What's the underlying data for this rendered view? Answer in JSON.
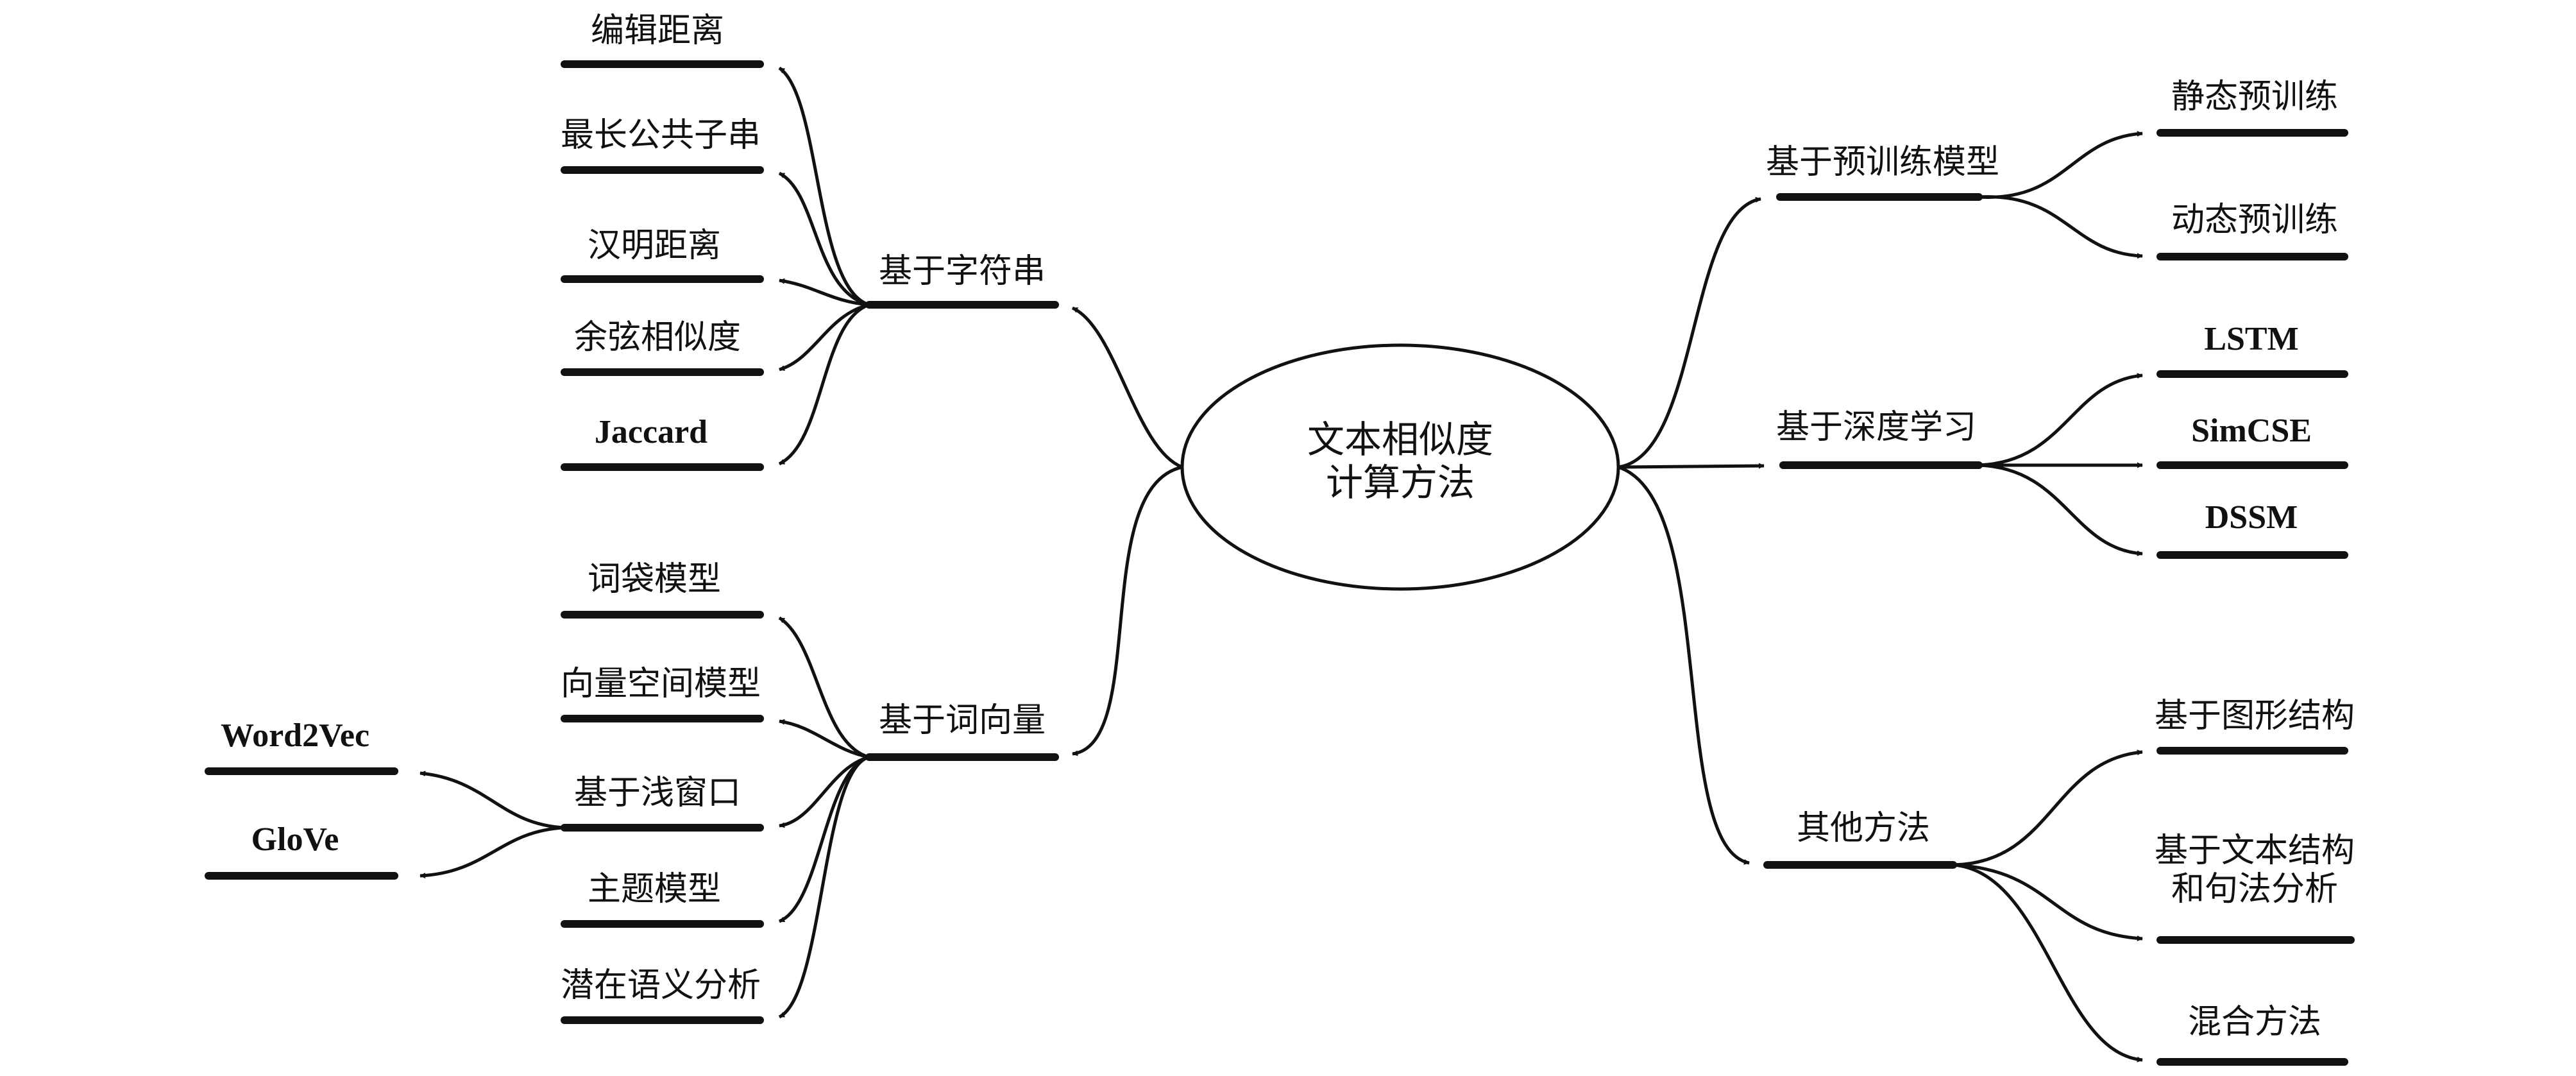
{
  "root": {
    "line1": "文本相似度",
    "line2": "计算方法"
  },
  "branches": {
    "string": {
      "label": "基于字符串",
      "leaves": [
        "编辑距离",
        "最长公共子串",
        "汉明距离",
        "余弦相似度",
        "Jaccard"
      ]
    },
    "wordvec": {
      "label": "基于词向量",
      "leaves": [
        "词袋模型",
        "向量空间模型",
        "基于浅窗口",
        "主题模型",
        "潜在语义分析"
      ],
      "subleaves": [
        "Word2Vec",
        "GloVe"
      ]
    },
    "pretrain": {
      "label": "基于预训练模型",
      "leaves": [
        "静态预训练",
        "动态预训练"
      ]
    },
    "deep": {
      "label": "基于深度学习",
      "leaves": [
        "LSTM",
        "SimCSE",
        "DSSM"
      ]
    },
    "other": {
      "label": "其他方法",
      "leaves": [
        "基于图形结构",
        "基于文本结构",
        "和句法分析",
        "混合方法"
      ]
    }
  }
}
